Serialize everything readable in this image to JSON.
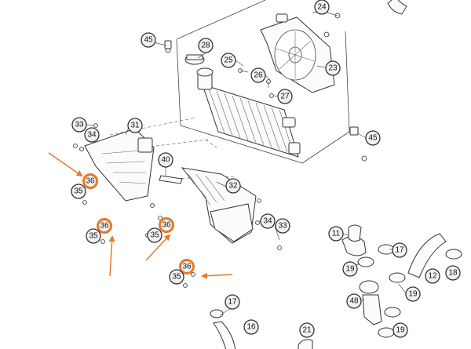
{
  "callouts": [
    {
      "label": "24"
    },
    {
      "label": "45"
    },
    {
      "label": "28"
    },
    {
      "label": "25"
    },
    {
      "label": "26"
    },
    {
      "label": "23"
    },
    {
      "label": "27"
    },
    {
      "label": "33"
    },
    {
      "label": "34"
    },
    {
      "label": "31"
    },
    {
      "label": "45"
    },
    {
      "label": "40"
    },
    {
      "label": "32"
    },
    {
      "label": "36"
    },
    {
      "label": "35"
    },
    {
      "label": "36"
    },
    {
      "label": "35"
    },
    {
      "label": "36"
    },
    {
      "label": "35"
    },
    {
      "label": "34"
    },
    {
      "label": "33"
    },
    {
      "label": "36"
    },
    {
      "label": "35"
    },
    {
      "label": "11"
    },
    {
      "label": "17"
    },
    {
      "label": "19"
    },
    {
      "label": "12"
    },
    {
      "label": "18"
    },
    {
      "label": "48"
    },
    {
      "label": "19"
    },
    {
      "label": "17"
    },
    {
      "label": "16"
    },
    {
      "label": "21"
    },
    {
      "label": "19"
    }
  ],
  "colors": {
    "highlight": "#e8782a",
    "line": "#333333"
  }
}
